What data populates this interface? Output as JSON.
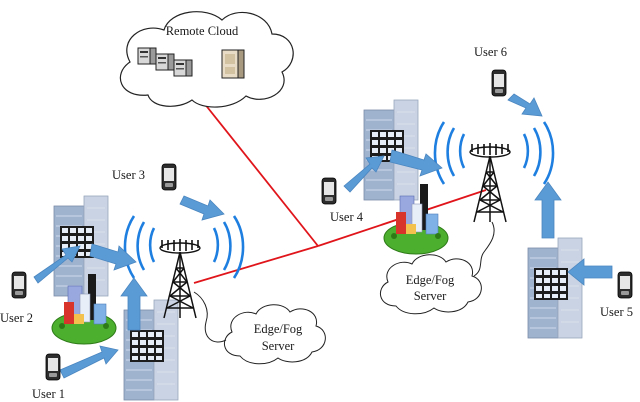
{
  "cloud": {
    "label": "Remote Cloud"
  },
  "edge_servers": [
    {
      "label_line1": "Edge/Fog",
      "label_line2": "Server"
    },
    {
      "label_line1": "Edge/Fog",
      "label_line2": "Server"
    }
  ],
  "users": [
    {
      "label": "User 1"
    },
    {
      "label": "User 2"
    },
    {
      "label": "User 3"
    },
    {
      "label": "User 4"
    },
    {
      "label": "User 5"
    },
    {
      "label": "User 6"
    }
  ],
  "colors": {
    "backhaul_link": "#e0151b",
    "signal_arrow": "#5b9bd5",
    "wave": "#1f7fe0",
    "building_left": "#9fb3cf",
    "building_right": "#c9d3e3",
    "green_base": "#4caf2e"
  }
}
